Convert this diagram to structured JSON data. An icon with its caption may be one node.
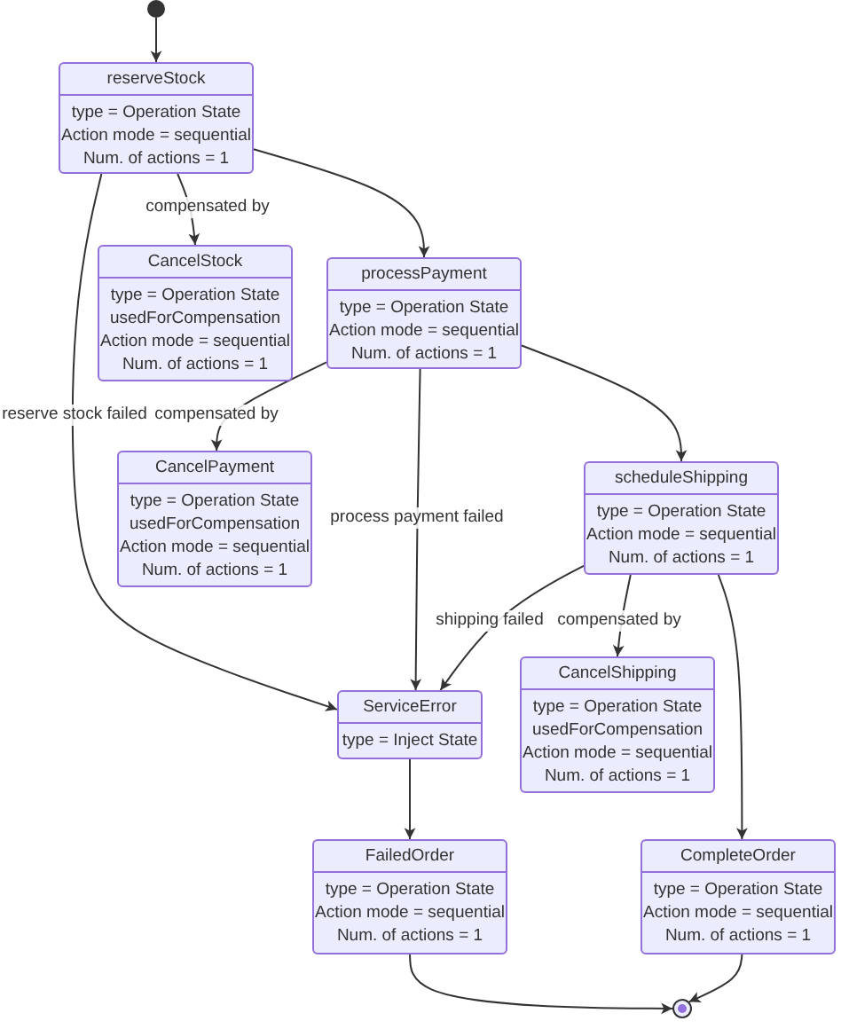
{
  "diagram": {
    "nodes": [
      {
        "text": [],
        "shape": "circle"
      },
      {
        "text": [
          "reserveStock",
          "type = Operation State",
          "Action mode = sequential",
          "Num. of actions = 1"
        ]
      },
      {
        "text": [
          "CancelStock",
          "type = Operation State",
          "usedForCompensation",
          "Action mode = sequential",
          "Num. of actions = 1"
        ]
      },
      {
        "text": [
          "processPayment",
          "type = Operation State",
          "Action mode = sequential",
          "Num. of actions = 1"
        ]
      },
      {
        "text": [
          "CancelPayment",
          "type = Operation State",
          "usedForCompensation",
          "Action mode = sequential",
          "Num. of actions = 1"
        ]
      },
      {
        "text": [
          "scheduleShipping",
          "type = Operation State",
          "Action mode = sequential",
          "Num. of actions = 1"
        ]
      },
      {
        "text": [
          "ServiceError",
          "type = Inject State"
        ]
      },
      {
        "text": [
          "CancelShipping",
          "type = Operation State",
          "usedForCompensation",
          "Action mode = sequential",
          "Num. of actions = 1"
        ]
      },
      {
        "text": [
          "FailedOrder",
          "type = Operation State",
          "Action mode = sequential",
          "Num. of actions = 1"
        ]
      },
      {
        "text": [
          "CompleteOrder",
          "type = Operation State",
          "Action mode = sequential",
          "Num. of actions = 1"
        ]
      },
      {
        "text": [],
        "shape": "circle"
      }
    ],
    "edges": [
      {
        "from": 0,
        "to": 1,
        "arrow": "to"
      },
      {
        "from": 1,
        "to": 2,
        "arrow": "to",
        "label": "compensated by"
      },
      {
        "from": 1,
        "to": 3,
        "arrow": "to"
      },
      {
        "from": 1,
        "to": 6,
        "arrow": "to",
        "label": "reserve stock failed"
      },
      {
        "from": 3,
        "to": 4,
        "arrow": "to",
        "label": "compensated by"
      },
      {
        "from": 3,
        "to": 6,
        "arrow": "to",
        "label": "process payment failed"
      },
      {
        "from": 3,
        "to": 5,
        "arrow": "to"
      },
      {
        "from": 5,
        "to": 6,
        "arrow": "to",
        "label": "shipping failed"
      },
      {
        "from": 5,
        "to": 7,
        "arrow": "to",
        "label": "compensated by"
      },
      {
        "from": 5,
        "to": 9,
        "arrow": "to"
      },
      {
        "from": 6,
        "to": 8,
        "arrow": "to"
      },
      {
        "from": 8,
        "to": 10,
        "arrow": "to"
      },
      {
        "from": 9,
        "to": 10,
        "arrow": "to"
      }
    ]
  }
}
